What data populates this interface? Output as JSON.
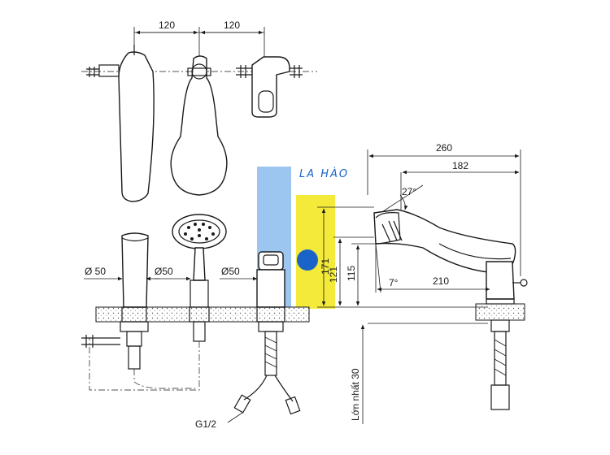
{
  "dimensions": {
    "top_spacing_left": "120",
    "top_spacing_right": "120",
    "diameter_left": "Ø 50",
    "diameter_mid": "Ø50",
    "diameter_right": "Ø50",
    "overall_length": "260",
    "handle_length": "182",
    "spout_reach": "210",
    "angle_handle": "27°",
    "angle_spout": "7°",
    "height_total": "171",
    "height_mid": "121",
    "height_spout": "115",
    "deck_thickness": "Lớn nhất 30",
    "thread": "G1/2"
  },
  "watermark": {
    "text": "LA HÀO",
    "colors": {
      "blue": "#1a63c9",
      "light_blue": "#9cc6f0",
      "yellow": "#f3ea3a"
    }
  }
}
